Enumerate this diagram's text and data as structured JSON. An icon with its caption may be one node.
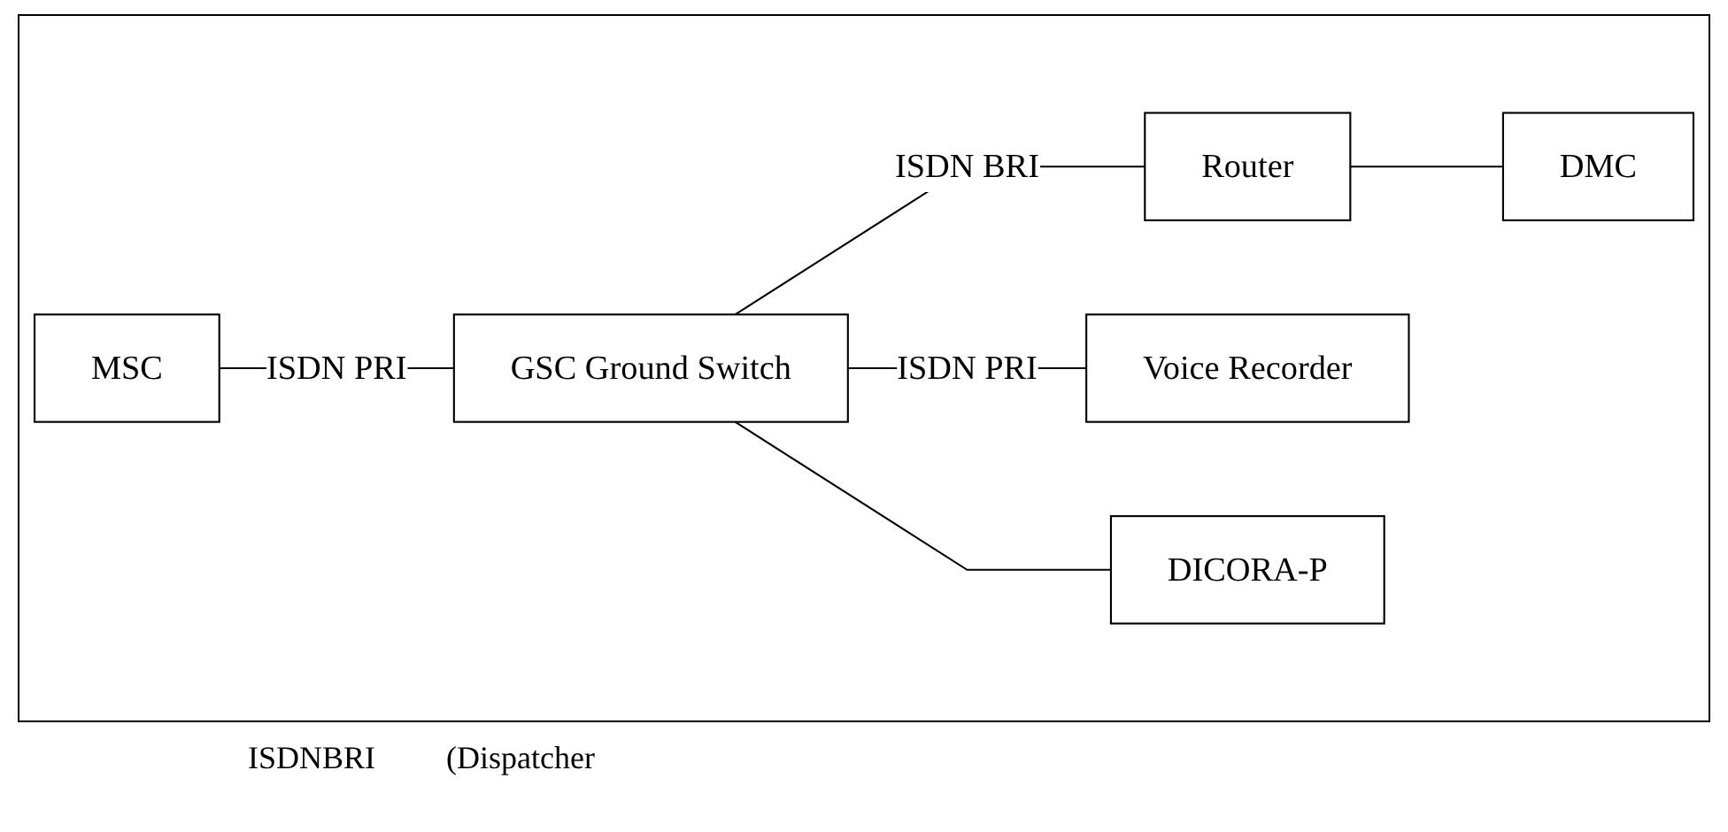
{
  "diagram": {
    "nodes": [
      {
        "text": [
          "MSC"
        ]
      },
      {
        "text": [
          "GSC Ground Switch"
        ]
      },
      {
        "text": [
          "Router"
        ]
      },
      {
        "text": [
          "DMC"
        ]
      },
      {
        "text": [
          "Voice Recorder"
        ]
      },
      {
        "text": [
          "DICORA-P"
        ]
      }
    ],
    "edges": [
      {
        "from": 0,
        "to": 1,
        "arrow": "none",
        "label": "ISDN PRI"
      },
      {
        "from": 1,
        "to": 2,
        "arrow": "none",
        "label": "ISDN BRI"
      },
      {
        "from": 2,
        "to": 3,
        "arrow": "none"
      },
      {
        "from": 1,
        "to": 4,
        "arrow": "none",
        "label": "ISDN PRI"
      },
      {
        "from": 1,
        "to": 5,
        "arrow": "none"
      }
    ],
    "labels": [
      "ISDNBRI",
      "(Dispatcher"
    ]
  }
}
